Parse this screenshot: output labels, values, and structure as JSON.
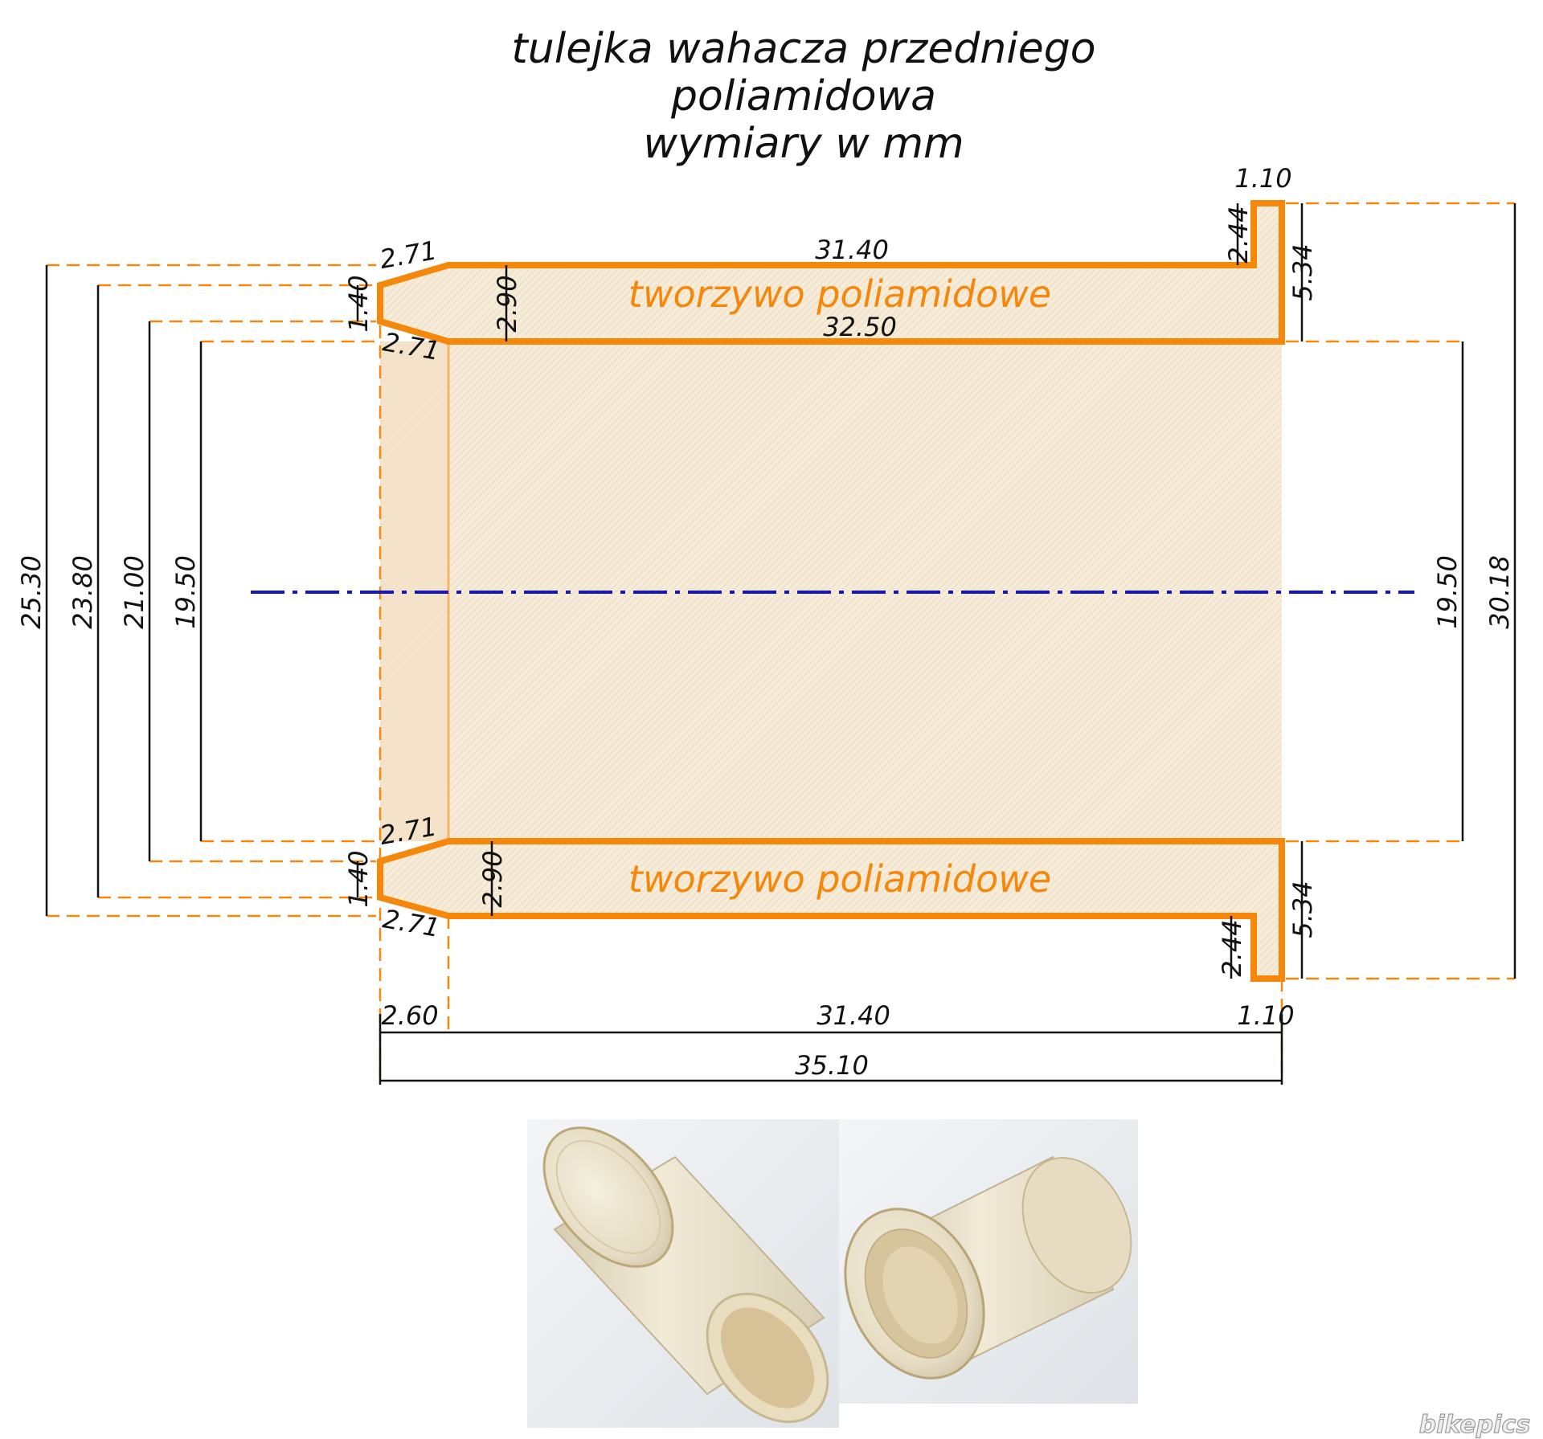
{
  "title": {
    "line1": "tulejka wahacza przedniego",
    "line2": "poliamidowa",
    "line3": "wymiary w mm"
  },
  "material_label": "tworzywo poliamidowe",
  "dimensions": {
    "flange_thickness": "1.10",
    "flange_height": "2.44",
    "flange_total": "5.34",
    "length_top": "31.40",
    "length_inner": "32.50",
    "wall": "2.90",
    "chamfer": "2.71",
    "chamfer_face": "1.40",
    "chamfer_length": "2.60",
    "length_bottom": "31.40",
    "flange_bottom": "1.10",
    "total_length": "35.10",
    "dia_outer_max": "25.30",
    "dia_23_80": "23.80",
    "dia_21_00": "21.00",
    "dia_bore_left": "19.50",
    "dia_bore_right": "19.50",
    "dia_flange": "30.18"
  },
  "colors": {
    "outline": "#f5870a",
    "fill": "#f6ead6",
    "dimension": "#111111",
    "axis": "#1515c8"
  },
  "watermark": "bikepics"
}
